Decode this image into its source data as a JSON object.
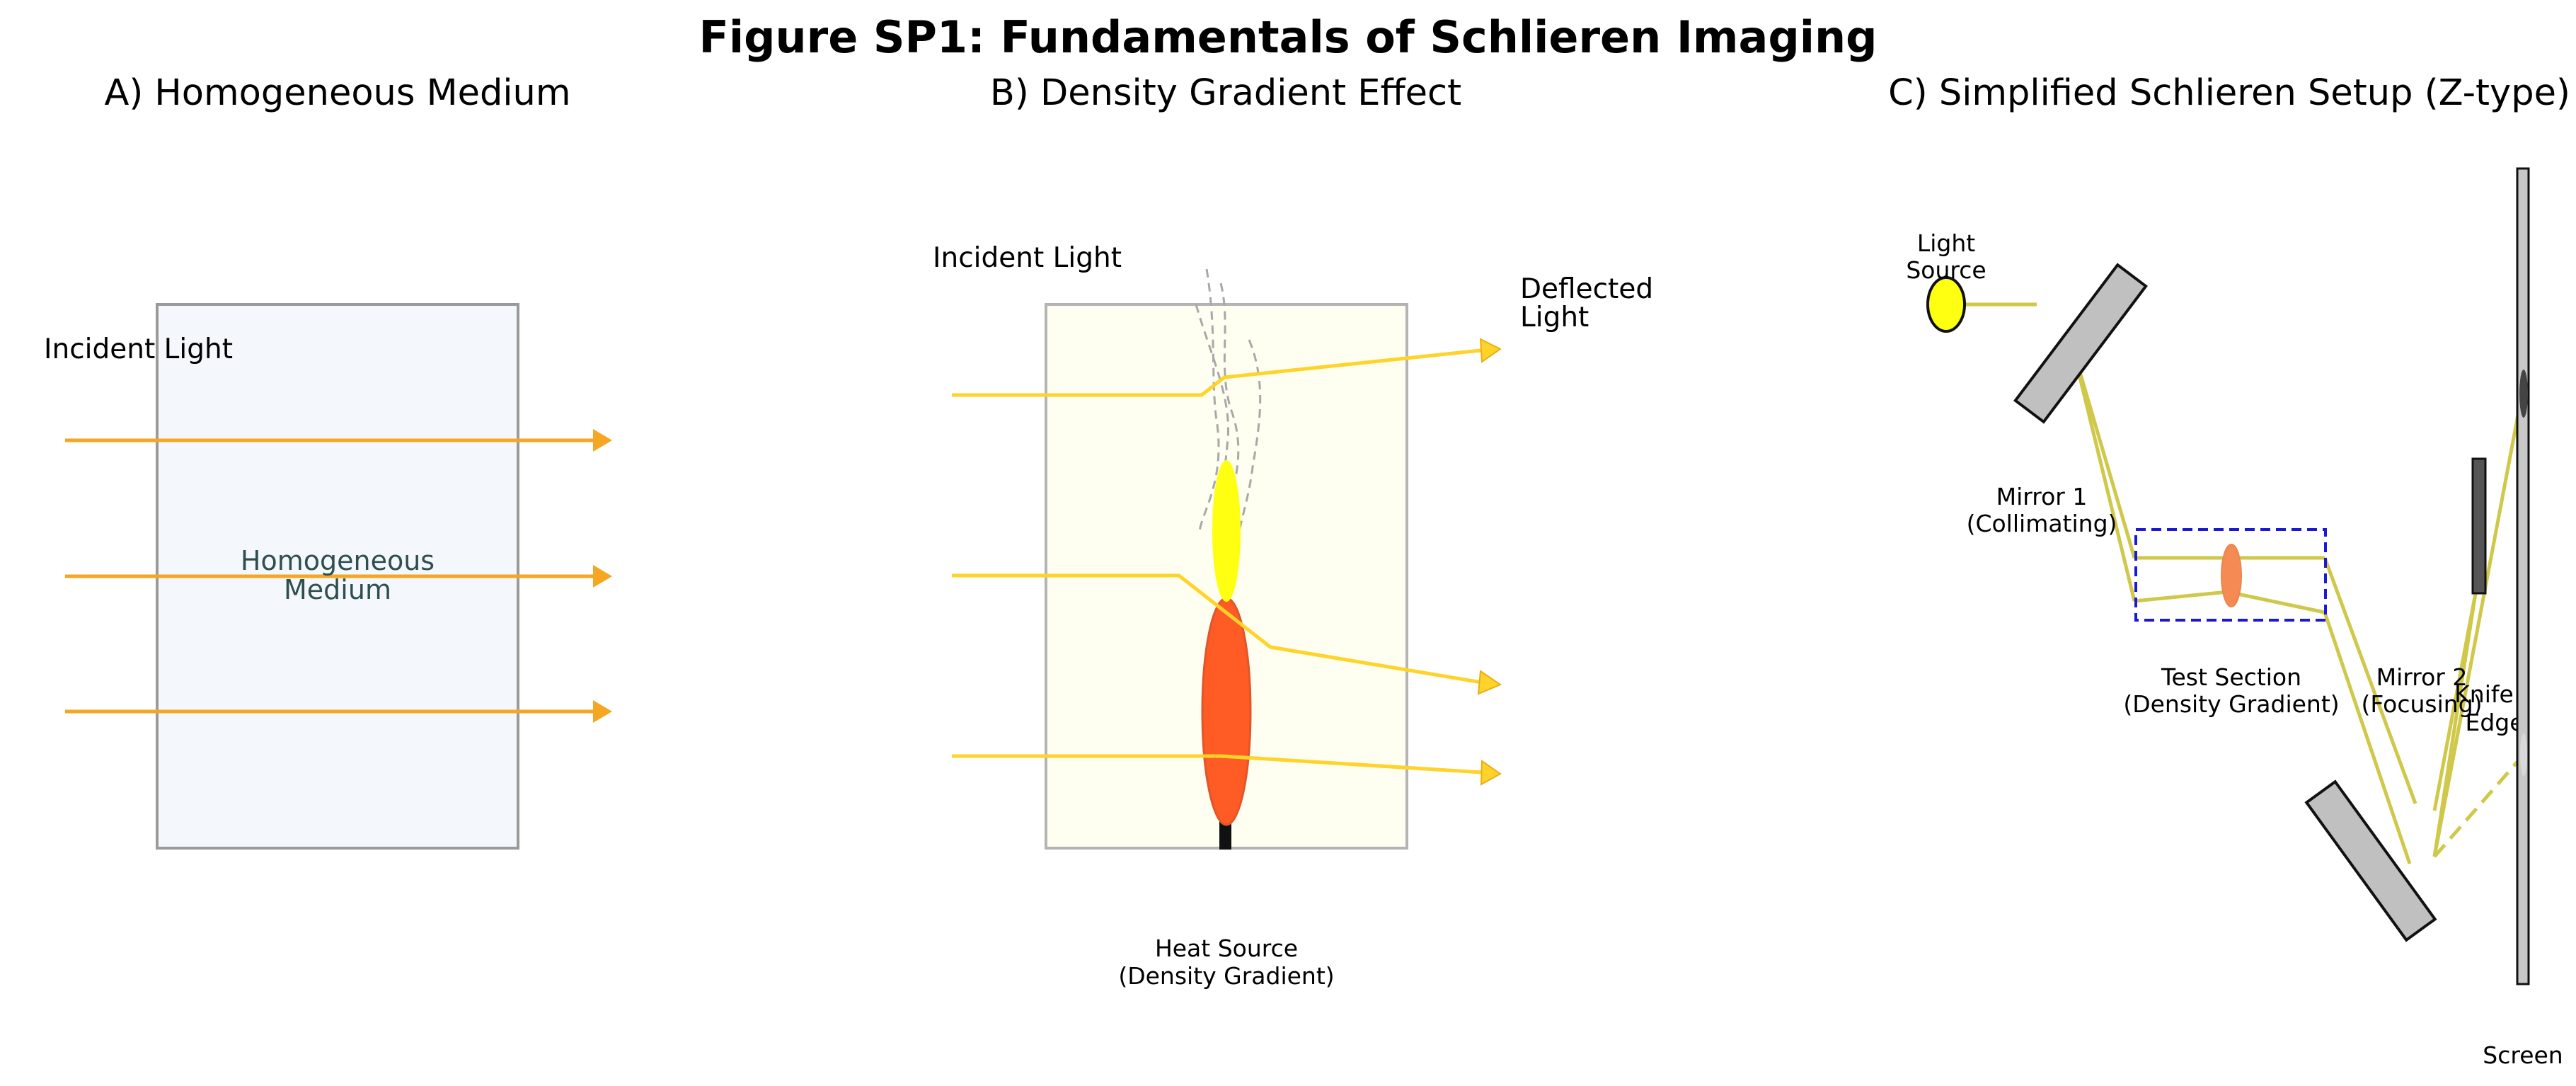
{
  "figure": {
    "title": "Figure SP1: Fundamentals of Schlieren Imaging"
  },
  "panel_a": {
    "title": "A) Homogeneous Medium",
    "incident_label": "Incident Light",
    "medium_label_line1": "Homogeneous",
    "medium_label_line2": "Medium"
  },
  "panel_b": {
    "title": "B) Density Gradient Effect",
    "incident_label": "Incident Light",
    "deflected_label_line1": "Deflected",
    "deflected_label_line2": "Light",
    "heat_label_line1": "Heat Source",
    "heat_label_line2": "(Density Gradient)"
  },
  "panel_c": {
    "title": "C) Simplified Schlieren Setup (Z-type)",
    "light_source_line1": "Light",
    "light_source_line2": "Source",
    "mirror1_line1": "Mirror 1",
    "mirror1_line2": "(Collimating)",
    "test_section_line1": "Test Section",
    "test_section_line2": "(Density Gradient)",
    "mirror2_line1": "Mirror 2",
    "mirror2_line2": "(Focusing)",
    "knife_line1": "Knife",
    "knife_line2": "Edge",
    "screen_label": "Screen"
  },
  "colors": {
    "ray_a": "#f5a623",
    "ray_b": "#ffd32a",
    "ray_c": "#cfc84a",
    "medium_fill": "#f4f8fd",
    "density_fill": "#fefff0",
    "flame_outer": "#ff5b25",
    "flame_inner": "#ffff12",
    "mirror": "#c0c0c0",
    "test_section_border": "#1a1ad6"
  }
}
